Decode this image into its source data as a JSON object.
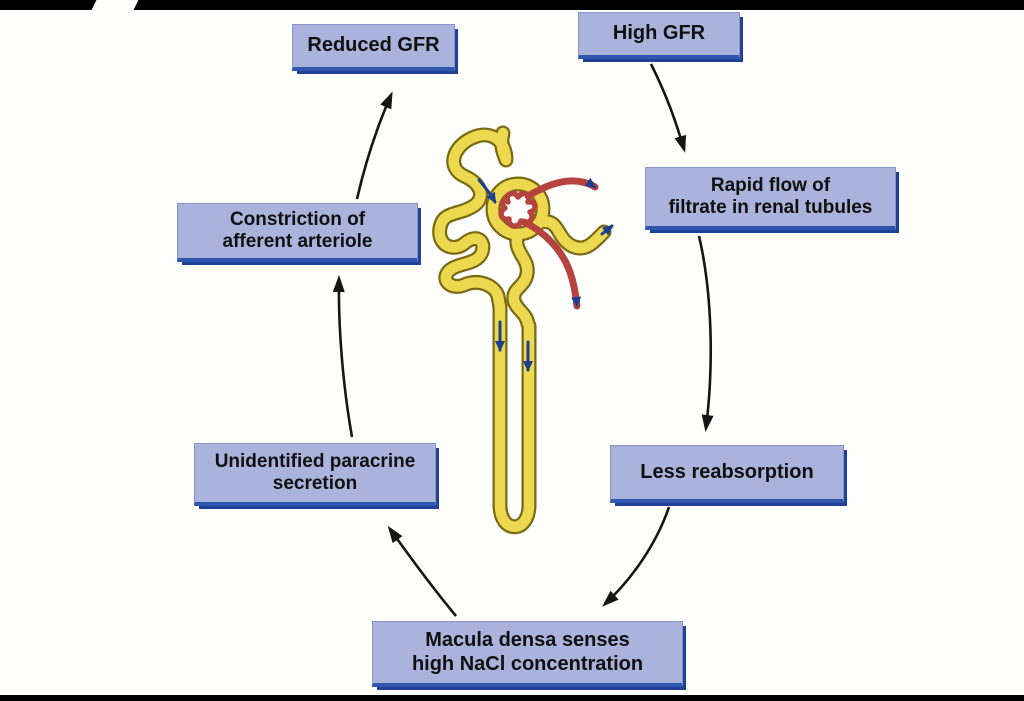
{
  "frame": {
    "background": "#fffffd",
    "top_bar_color": "#000000",
    "bottom_bar_color": "#000000"
  },
  "colors": {
    "box_fill": "#a9b3dc",
    "box_edge_blue": "#2e57b0",
    "box_shadow_navy": "#1f4198",
    "box_text": "#101010",
    "flow_arrow_black": "#161616",
    "tubule_yellow": "#ecd94f",
    "tubule_outline": "#7a6a14",
    "vessel_red": "#b5443f",
    "flow_blue": "#1e3f8f"
  },
  "boxes": {
    "reduced_gfr": {
      "lines": [
        "Reduced GFR"
      ]
    },
    "high_gfr": {
      "lines": [
        "High GFR"
      ]
    },
    "rapid_flow": {
      "lines": [
        "Rapid flow of",
        "filtrate in renal tubules"
      ]
    },
    "less_reabsorption": {
      "lines": [
        "Less reabsorption"
      ]
    },
    "macula_densa": {
      "lines": [
        "Macula densa senses",
        "high NaCl concentration"
      ]
    },
    "paracrine": {
      "lines": [
        "Unidentified paracrine",
        "secretion"
      ]
    },
    "constriction": {
      "lines": [
        "Constriction of",
        "afferent arteriole"
      ]
    }
  },
  "flow_cycle": [
    {
      "from": "High GFR",
      "to": "Rapid flow of filtrate in renal tubules"
    },
    {
      "from": "Rapid flow of filtrate in renal tubules",
      "to": "Less reabsorption"
    },
    {
      "from": "Less reabsorption",
      "to": "Macula densa senses high NaCl concentration"
    },
    {
      "from": "Macula densa senses high NaCl concentration",
      "to": "Unidentified paracrine secretion"
    },
    {
      "from": "Unidentified paracrine secretion",
      "to": "Constriction of afferent arteriole"
    },
    {
      "from": "Constriction of afferent arteriole",
      "to": "Reduced GFR"
    }
  ],
  "illustration": {
    "name": "nephron"
  }
}
